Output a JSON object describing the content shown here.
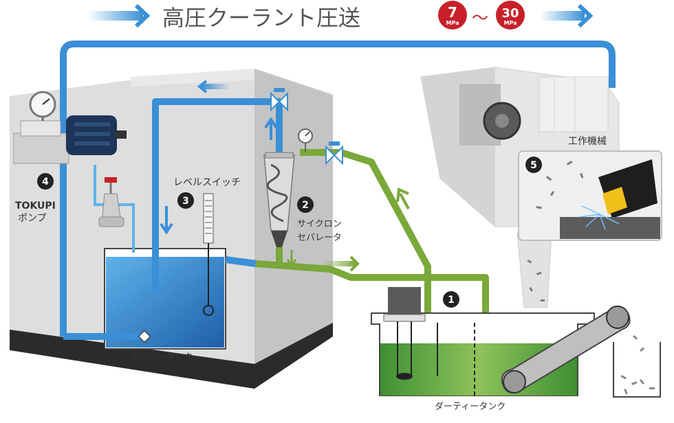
{
  "header": {
    "title": "高圧クーラント圧送",
    "pressure_low": "7",
    "pressure_high": "30",
    "unit": "MPa",
    "tilde": "～"
  },
  "labels": {
    "tokupi": "TOKUPI",
    "pump": "ポンプ",
    "level_switch": "レベルスイッチ",
    "cyclone_1": "サイクロン",
    "cyclone_2": "セパレータ",
    "machine_tool": "工作機械",
    "clean_tank": "クリーンタンク",
    "dirty_tank": "ダーティータンク"
  },
  "steps": [
    "1",
    "2",
    "3",
    "4",
    "5"
  ],
  "colors": {
    "blue_pipe": "#3a8fd6",
    "green_pipe": "#7aa83a",
    "badge_red": "#c8202a",
    "badge_dark": "#222222",
    "clean_water": "#2f7fc4",
    "dirty_water": "#4f9a3a"
  }
}
